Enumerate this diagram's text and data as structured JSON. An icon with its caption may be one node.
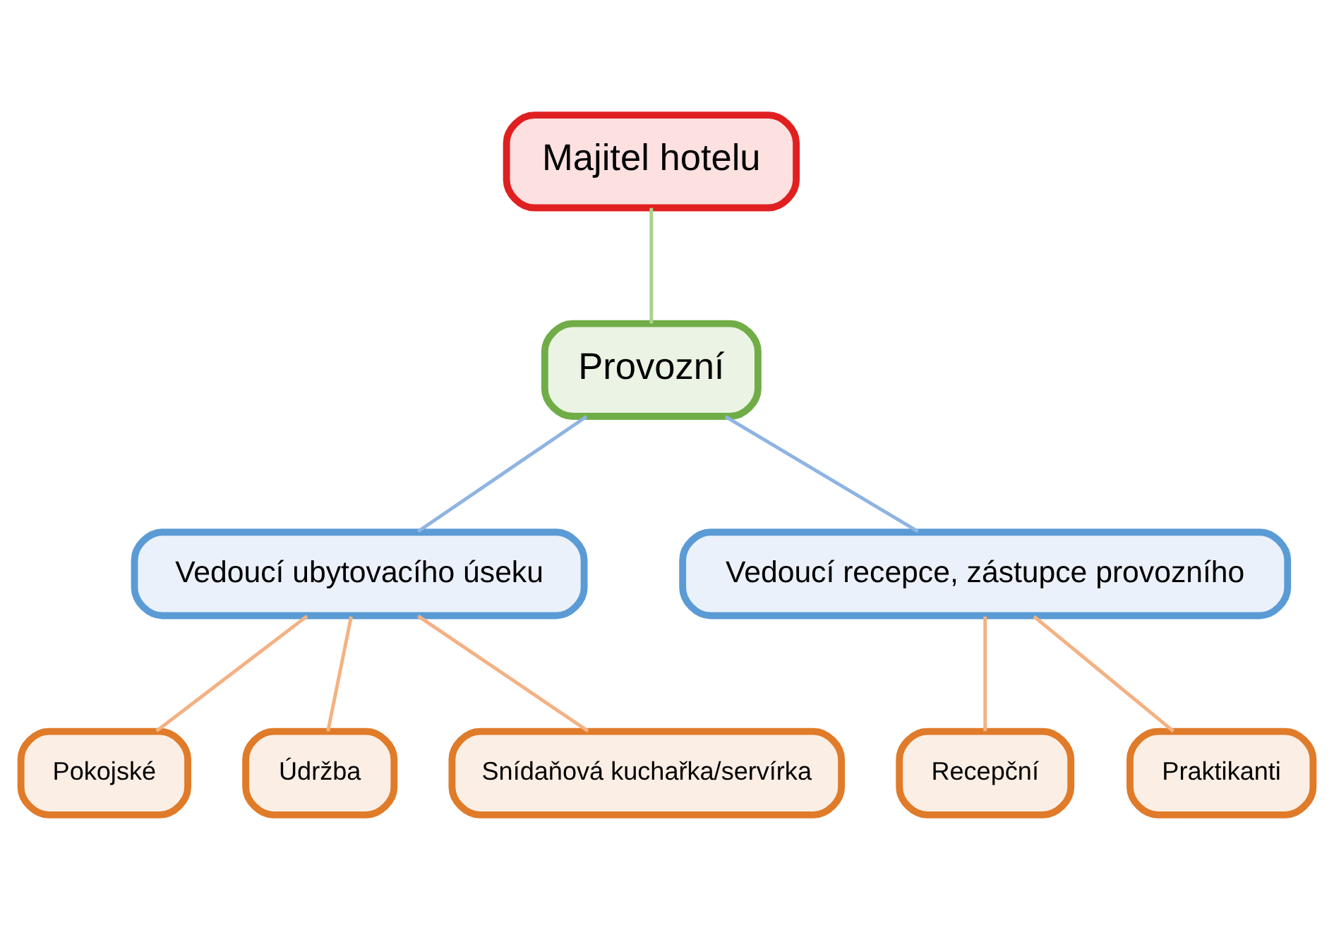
{
  "diagram": {
    "nodes": [
      {
        "text": [
          "Majitel hotelu"
        ]
      },
      {
        "text": [
          "Provozní"
        ]
      },
      {
        "text": [
          "Vedoucí ubytovacího úseku"
        ]
      },
      {
        "text": [
          "Vedoucí recepce, zástupce provozního"
        ]
      },
      {
        "text": [
          "Pokojské"
        ]
      },
      {
        "text": [
          "Údržba"
        ]
      },
      {
        "text": [
          "Snídaňová kuchařka/servírka"
        ]
      },
      {
        "text": [
          "Recepční"
        ]
      },
      {
        "text": [
          "Praktikanti"
        ]
      }
    ],
    "edges": [
      {
        "from": 0,
        "to": 1,
        "arrow": "none",
        "color": "#a9d18e"
      },
      {
        "from": 1,
        "to": 2,
        "arrow": "none",
        "color": "#8fb4e3"
      },
      {
        "from": 1,
        "to": 3,
        "arrow": "none",
        "color": "#8fb4e3"
      },
      {
        "from": 2,
        "to": 4,
        "arrow": "none"
      },
      {
        "from": 2,
        "to": 5,
        "arrow": "none"
      },
      {
        "from": 2,
        "to": 6,
        "arrow": "none"
      },
      {
        "from": 3,
        "to": 7,
        "arrow": "none"
      },
      {
        "from": 3,
        "to": 8,
        "arrow": "none"
      }
    ]
  }
}
